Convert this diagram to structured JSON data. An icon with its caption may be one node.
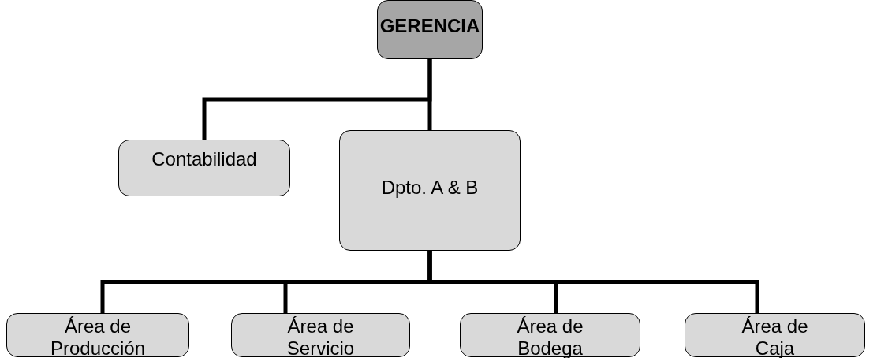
{
  "diagram": {
    "nodes": [
      {
        "text": [
          "GERENCIA"
        ]
      },
      {
        "text": [
          "Contabilidad"
        ]
      },
      {
        "text": [
          "Dpto. A & B"
        ]
      },
      {
        "text": [
          "Área de Producción"
        ]
      },
      {
        "text": [
          "Área de Servicio"
        ]
      },
      {
        "text": [
          "Área de Bodega"
        ]
      },
      {
        "text": [
          "Área de Caja"
        ]
      }
    ],
    "edges": [
      {
        "from": 0,
        "to": 1,
        "arrow": "none"
      },
      {
        "from": 0,
        "to": 2,
        "arrow": "none"
      },
      {
        "from": 2,
        "to": 3,
        "arrow": "none"
      },
      {
        "from": 2,
        "to": 4,
        "arrow": "none"
      },
      {
        "from": 2,
        "to": 5,
        "arrow": "none"
      },
      {
        "from": 2,
        "to": 6,
        "arrow": "none"
      }
    ]
  }
}
